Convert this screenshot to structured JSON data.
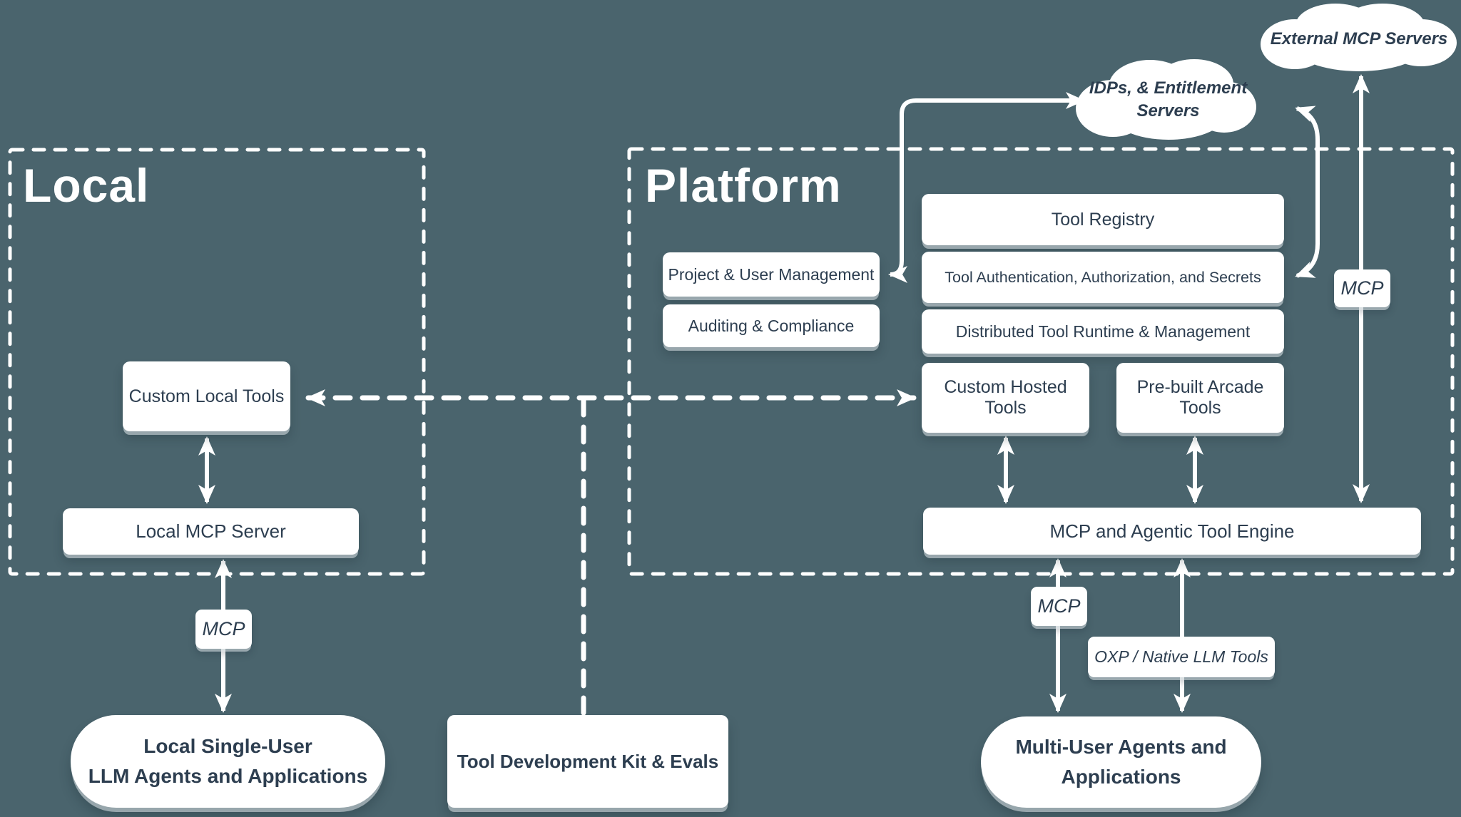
{
  "canvas": {
    "bg_color": "#4A646D",
    "ink_color": "#2D3E50",
    "line_color": "#FFFFFF"
  },
  "containers": {
    "local": {
      "label": "Local"
    },
    "platform": {
      "label": "Platform"
    }
  },
  "clouds": {
    "external_mcp": {
      "label": "External MCP Servers"
    },
    "idps": {
      "label_line1": "IDPs, & Entitlement",
      "label_line2": "Servers"
    }
  },
  "boxes": {
    "tool_registry": "Tool Registry",
    "tool_auth": "Tool Authentication, Authorization, and Secrets",
    "distributed_runtime": "Distributed Tool Runtime & Management",
    "project_user_mgmt": "Project & User Management",
    "auditing_compliance": "Auditing & Compliance",
    "custom_hosted_tools": "Custom Hosted Tools",
    "prebuilt_arcade_tools": "Pre-built Arcade Tools",
    "mcp_engine": "MCP and Agentic Tool Engine",
    "custom_local_tools": "Custom Local Tools",
    "local_mcp_server": "Local MCP Server"
  },
  "labels": {
    "mcp_local": "MCP",
    "mcp_platform": "MCP",
    "mcp_external": "MCP",
    "oxp_native": "OXP / Native LLM Tools"
  },
  "endpoints": {
    "local_agents_line1": "Local Single-User",
    "local_agents_line2": "LLM Agents and Applications",
    "tool_dev_kit": "Tool Development Kit & Evals",
    "multi_user_line1": "Multi-User Agents and",
    "multi_user_line2": "Applications"
  }
}
